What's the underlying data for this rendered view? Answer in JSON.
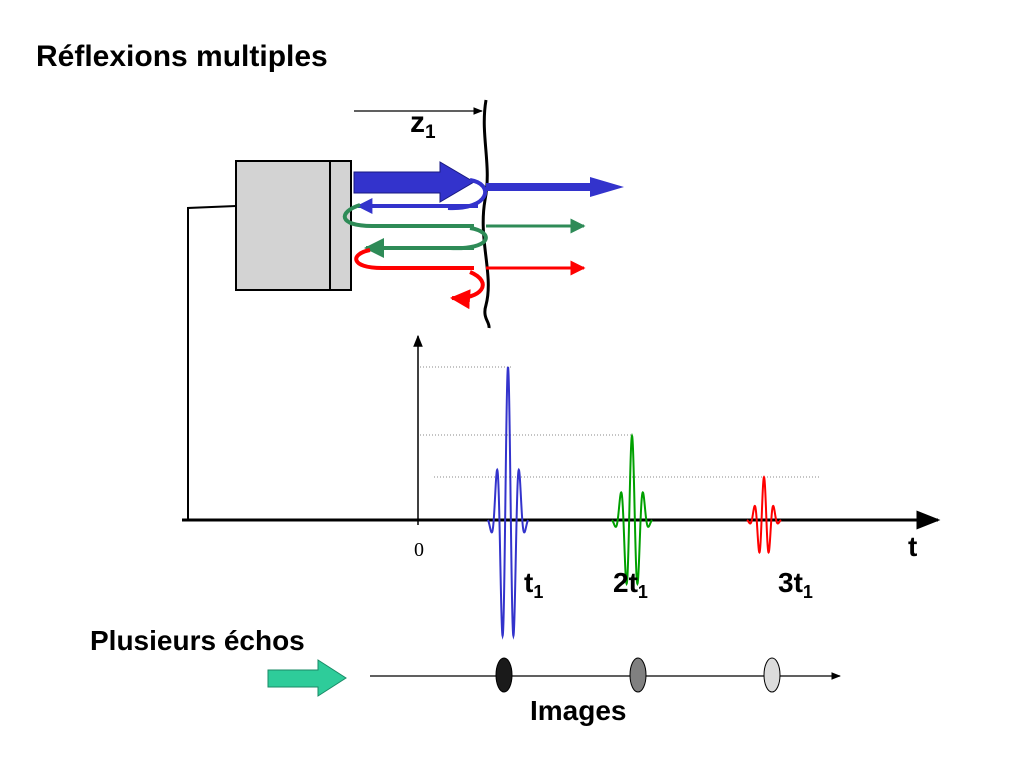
{
  "title": "Réflexions multiples",
  "labels": {
    "z_main": "z",
    "z_sub": "1",
    "origin": "0",
    "t_axis": "t",
    "t1_main": "t",
    "t1_sub": "1",
    "t2_main": "2t",
    "t2_sub": "1",
    "t3_main": "3t",
    "t3_sub": "1",
    "echoes": "Plusieurs échos",
    "images": "Images"
  },
  "colors": {
    "echo1": "#3333cc",
    "echo2": "#2e8b57",
    "echo3": "#ff0000",
    "wave2": "#00a000",
    "transducer": "#d3d3d3",
    "echo_arrow": "#2ecc9a",
    "image1": "#1a1a1a",
    "image2": "#808080",
    "image3": "#dcdcdc"
  },
  "chart_data": {
    "type": "line",
    "title": "",
    "xlabel": "t",
    "ylabel": "",
    "series": [
      {
        "x_center": 1,
        "relative_amplitude": 1.0
      },
      {
        "x_center": 2,
        "relative_amplitude": 0.55
      },
      {
        "x_center": 3,
        "relative_amplitude": 0.28
      }
    ]
  }
}
